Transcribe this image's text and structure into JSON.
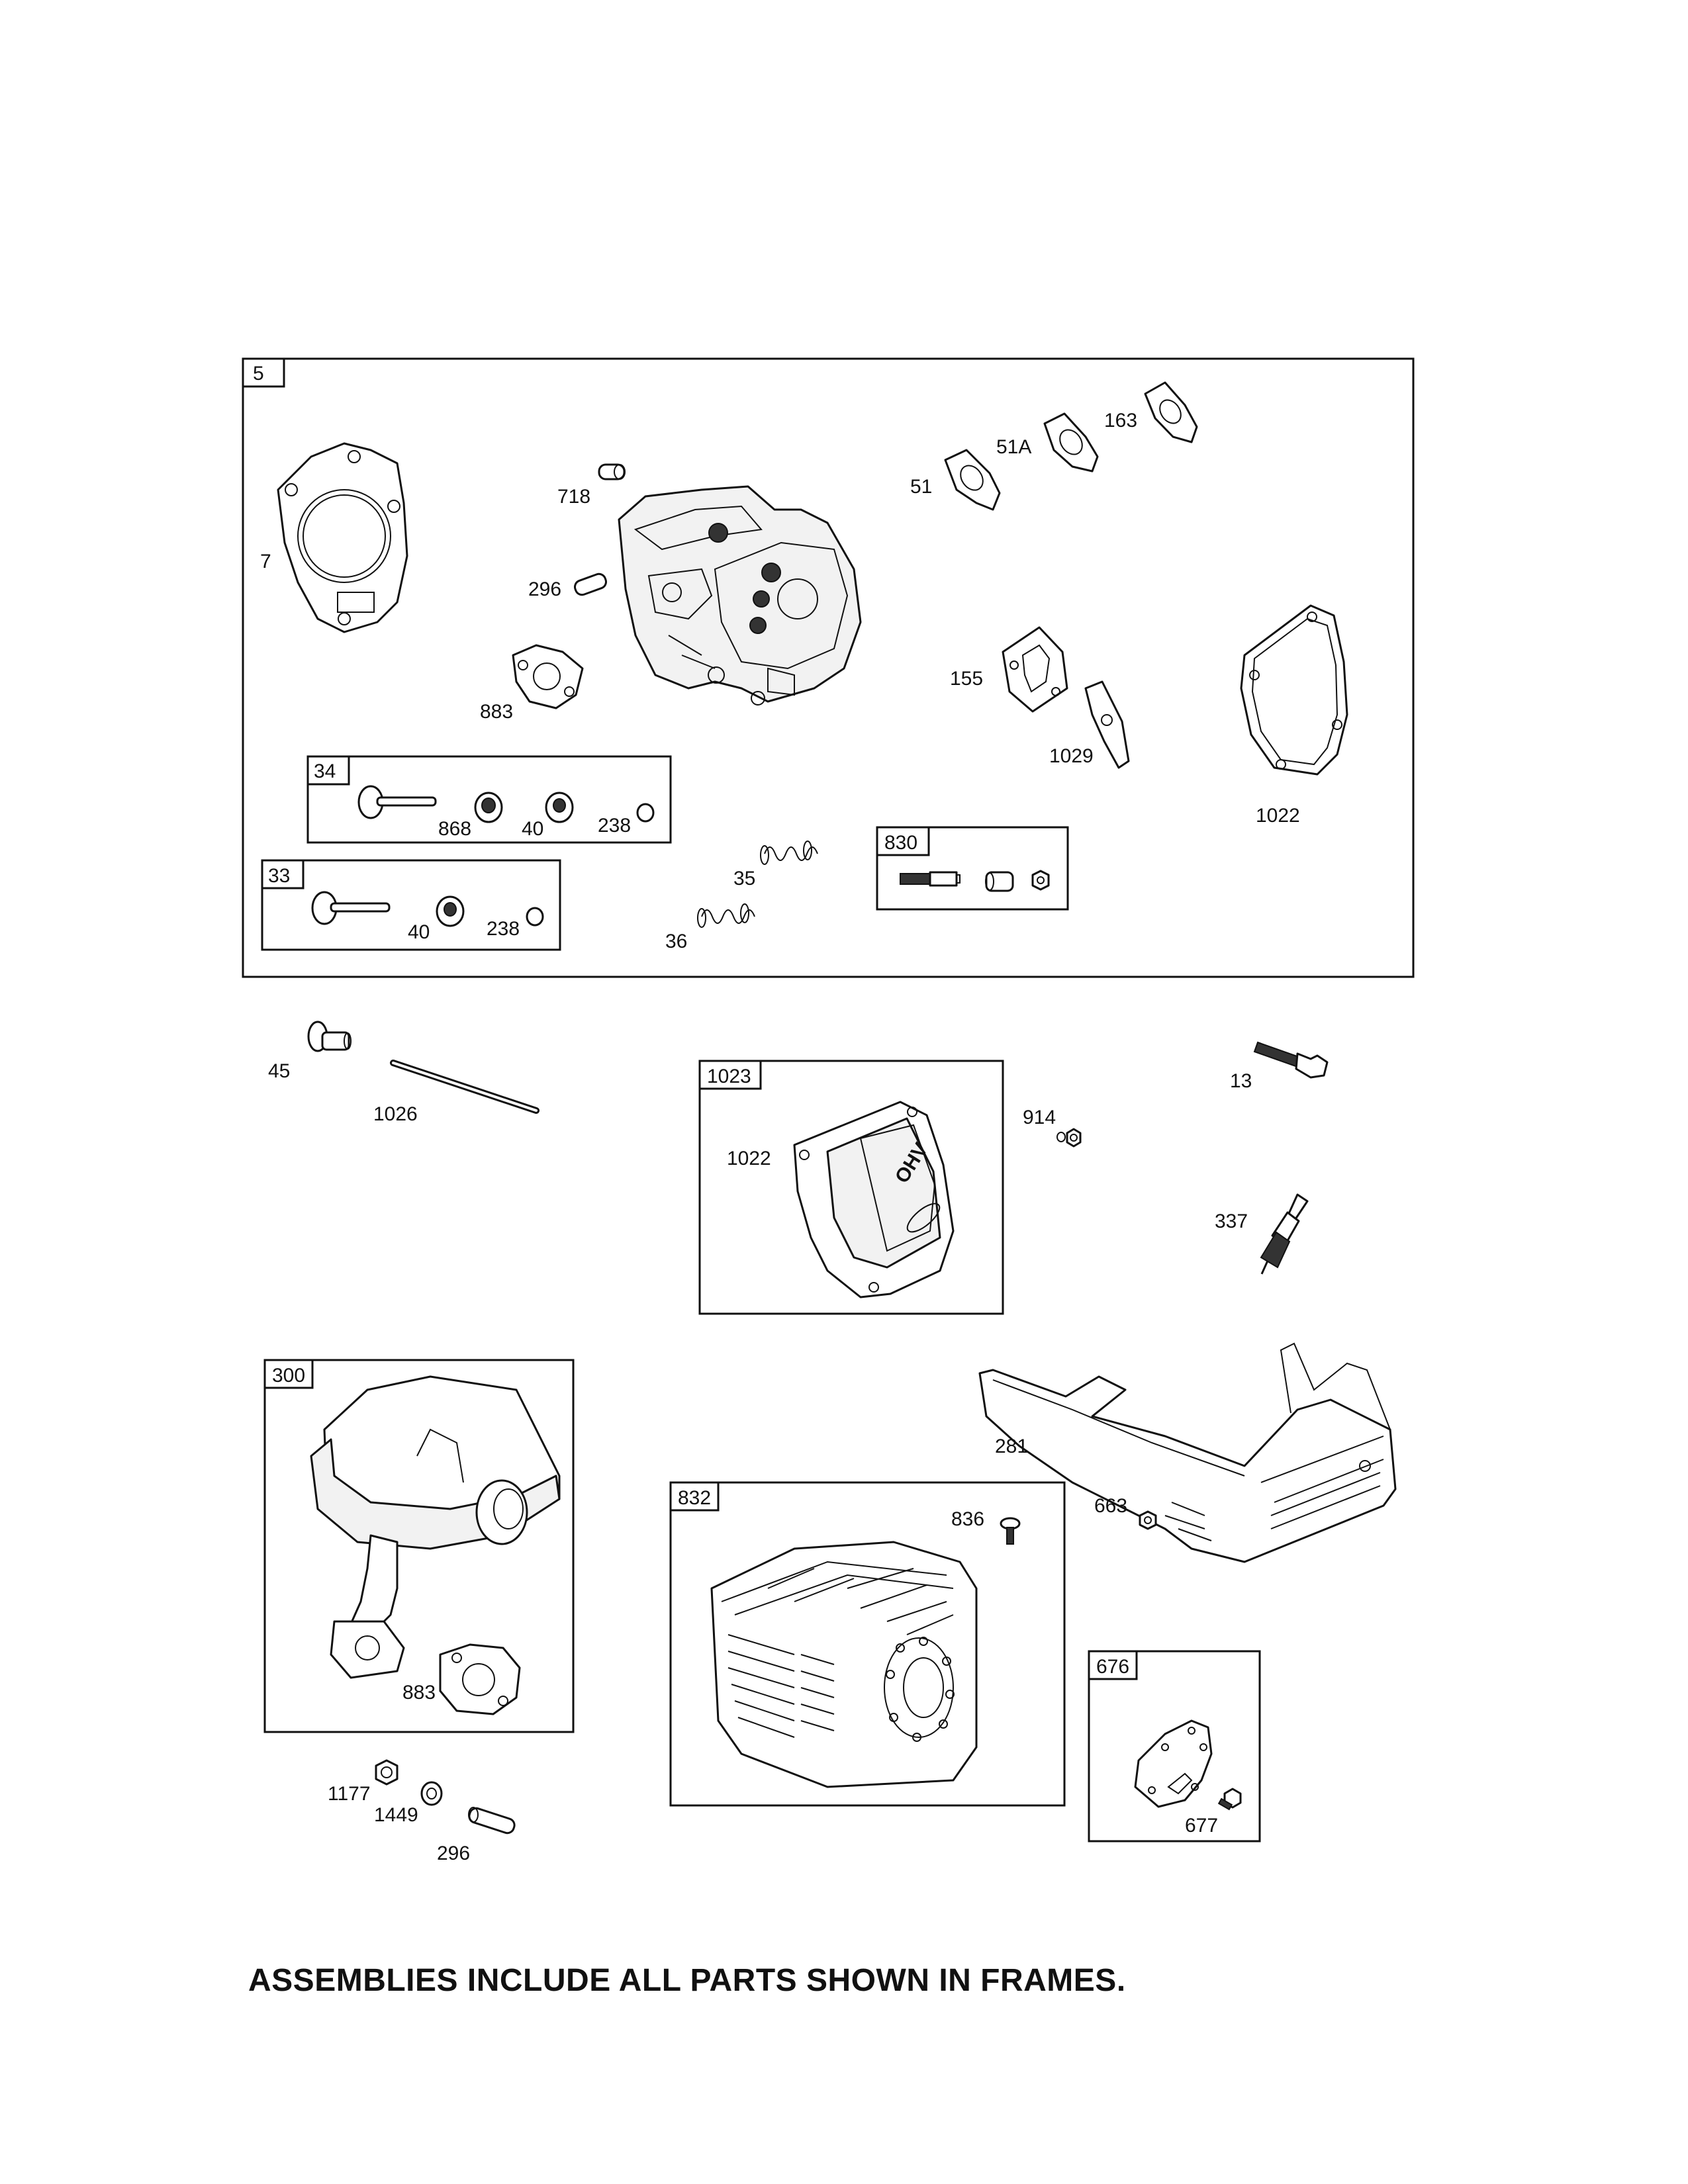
{
  "assemblies": {
    "a5": {
      "tag": "5"
    },
    "a34": {
      "tag": "34"
    },
    "a33": {
      "tag": "33"
    },
    "a830": {
      "tag": "830"
    },
    "a1023": {
      "tag": "1023"
    },
    "a300": {
      "tag": "300"
    },
    "a832": {
      "tag": "832"
    },
    "a676": {
      "tag": "676"
    }
  },
  "parts": {
    "p7": "7",
    "p718": "718",
    "p296a": "296",
    "p883a": "883",
    "p51": "51",
    "p51a": "51A",
    "p163": "163",
    "p155": "155",
    "p1029": "1029",
    "p1022a": "1022",
    "p868": "868",
    "p40a": "40",
    "p238a": "238",
    "p40b": "40",
    "p238b": "238",
    "p35": "35",
    "p36": "36",
    "p45": "45",
    "p1026": "1026",
    "p1022b": "1022",
    "p914": "914",
    "p13": "13",
    "p337": "337",
    "p883b": "883",
    "p281": "281",
    "p836": "836",
    "p663": "663",
    "p677": "677",
    "p1177": "1177",
    "p1449": "1449",
    "p296b": "296"
  },
  "footer": "ASSEMBLIES INCLUDE ALL PARTS SHOWN IN FRAMES.",
  "cover_text": "OHV"
}
